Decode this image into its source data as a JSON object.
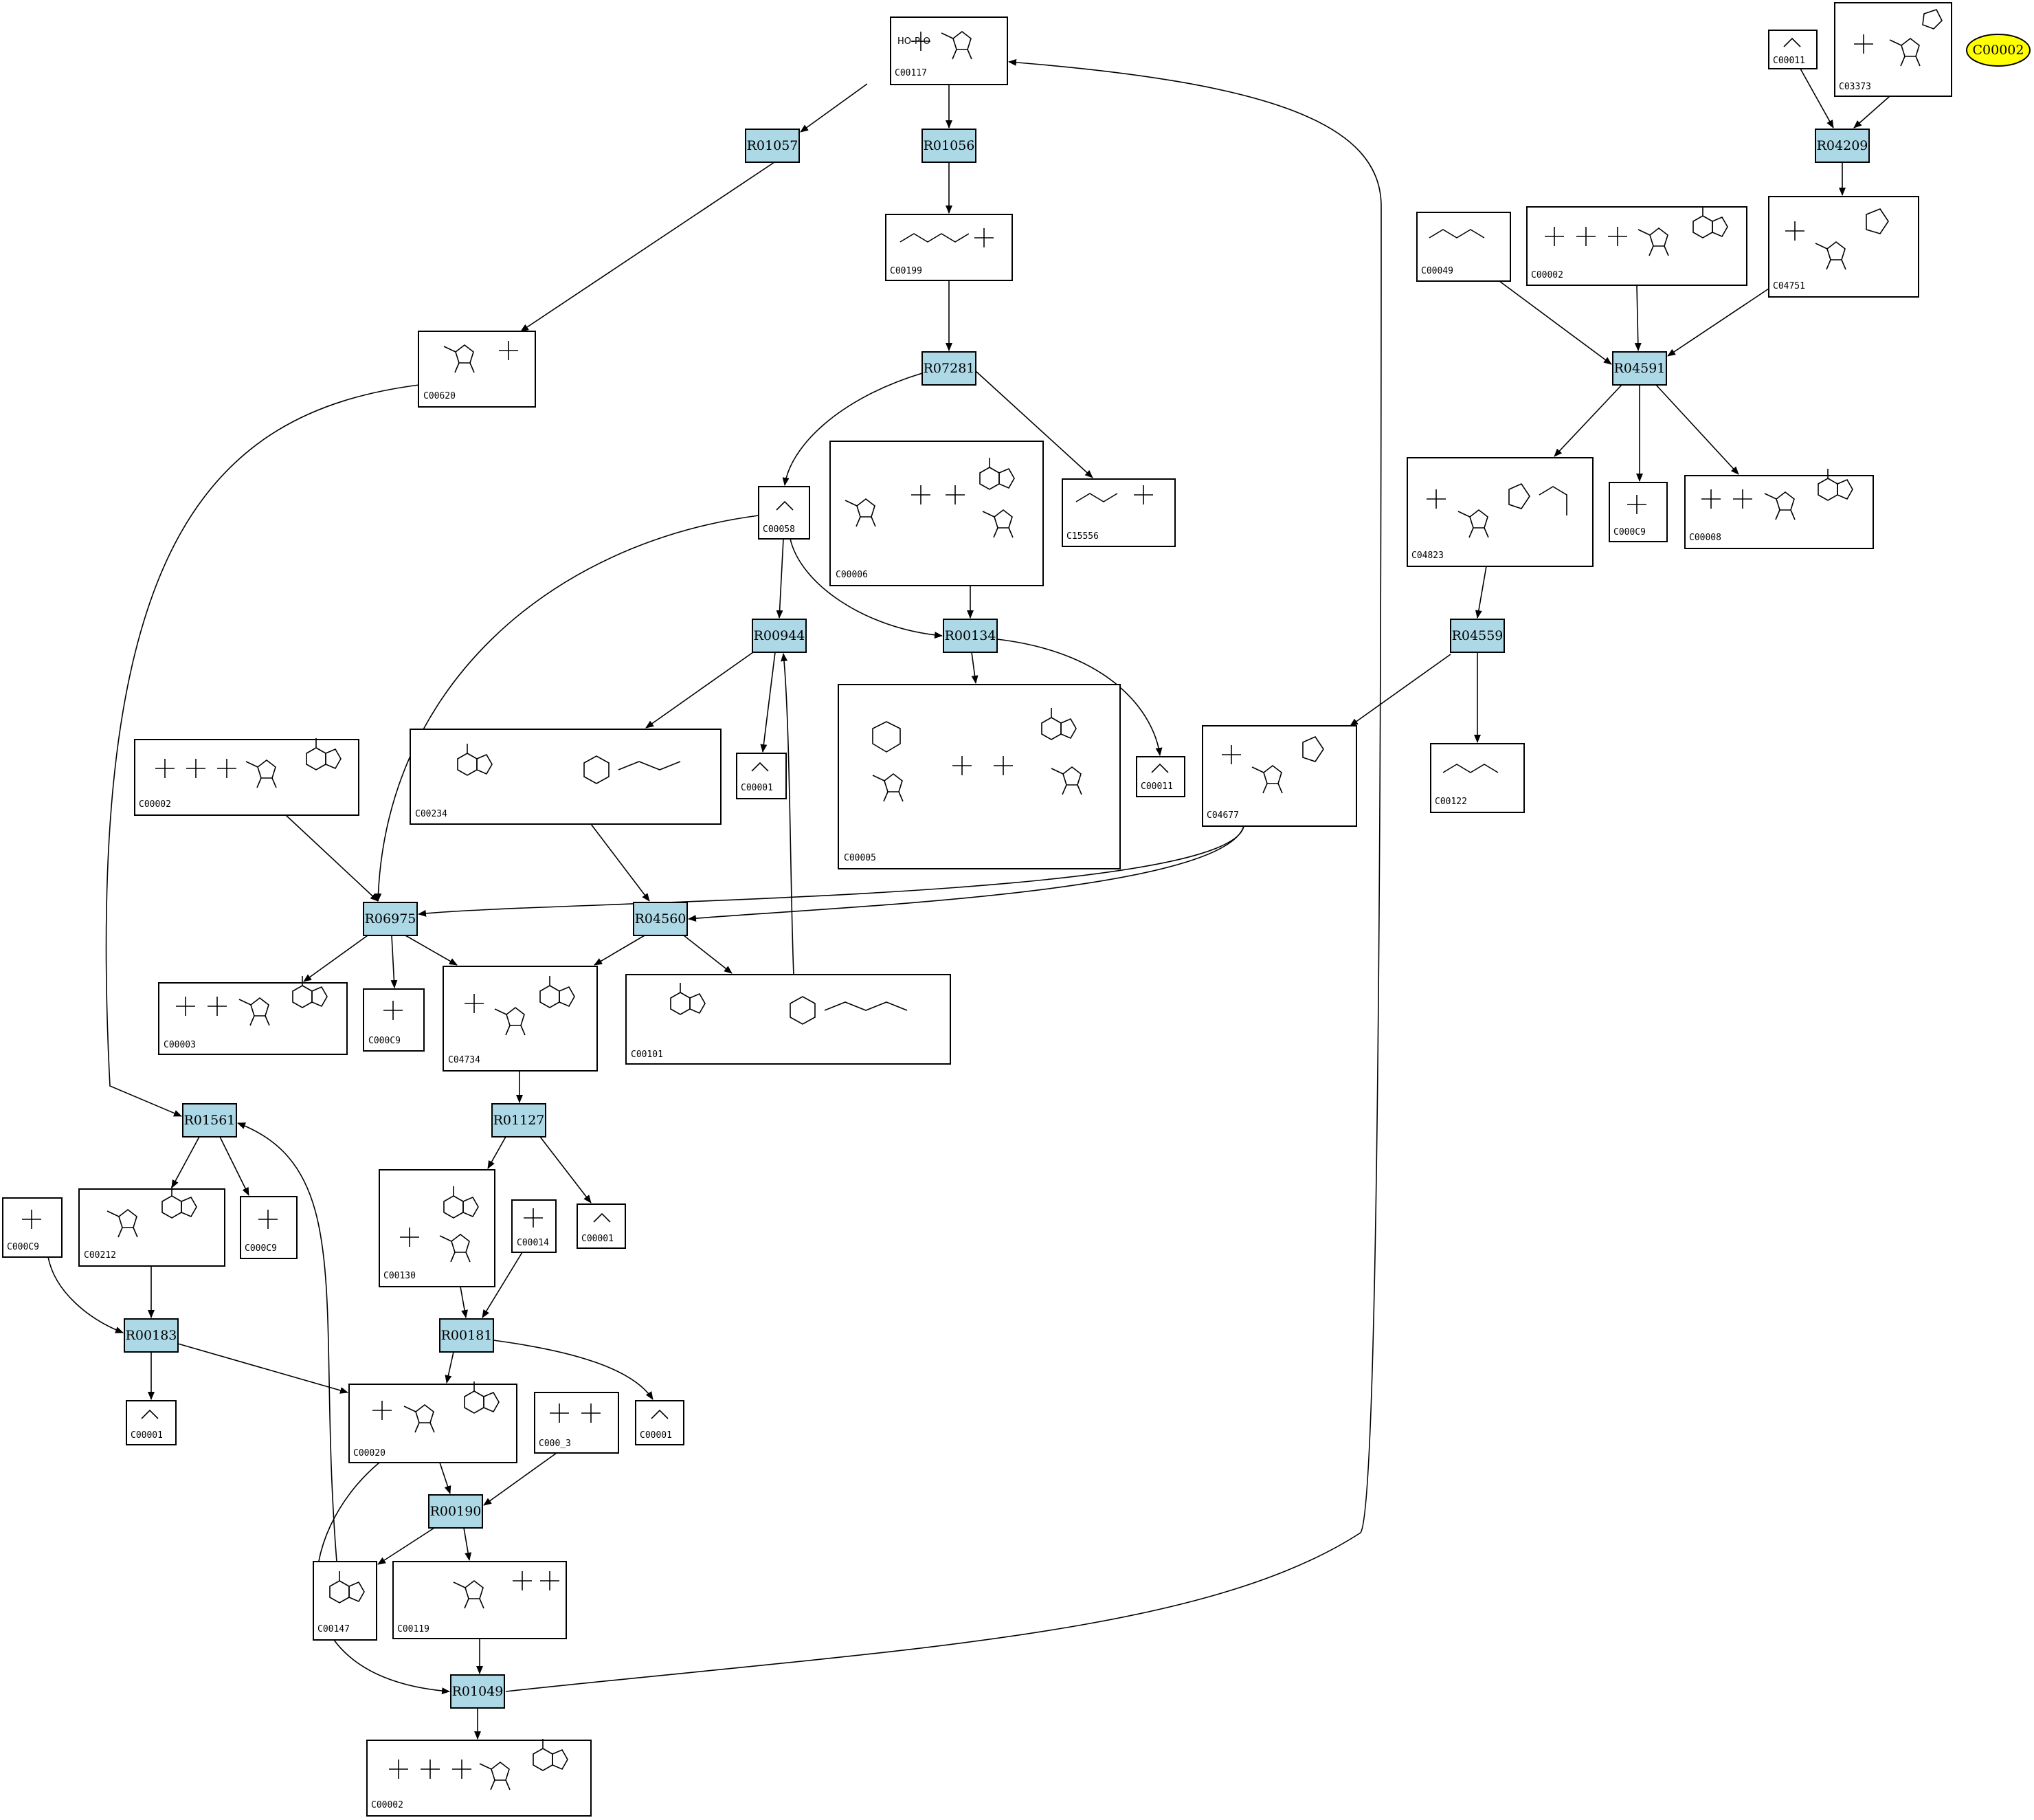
{
  "colors": {
    "reaction_fill": "#add8e6",
    "highlight_fill": "#ffff00",
    "stroke": "#000000",
    "background": "#ffffff"
  },
  "highlight": {
    "label": "C00002"
  },
  "reactions": [
    {
      "id": "R01057"
    },
    {
      "id": "R01056"
    },
    {
      "id": "R07281"
    },
    {
      "id": "R00944"
    },
    {
      "id": "R00134"
    },
    {
      "id": "R06975"
    },
    {
      "id": "R04560"
    },
    {
      "id": "R01561"
    },
    {
      "id": "R01127"
    },
    {
      "id": "R00183"
    },
    {
      "id": "R00181"
    },
    {
      "id": "R00190"
    },
    {
      "id": "R01049"
    },
    {
      "id": "R04209"
    },
    {
      "id": "R04591"
    },
    {
      "id": "R04559"
    }
  ],
  "compounds": [
    {
      "key": "c00117",
      "label": "C00117"
    },
    {
      "key": "c00199",
      "label": "C00199"
    },
    {
      "key": "c00620",
      "label": "C00620"
    },
    {
      "key": "c00058",
      "label": "C00058"
    },
    {
      "key": "c00006",
      "label": "C00006"
    },
    {
      "key": "c15556",
      "label": "C15556"
    },
    {
      "key": "c00002a",
      "label": "C00002"
    },
    {
      "key": "c00234",
      "label": "C00234"
    },
    {
      "key": "c00001a",
      "label": "C00001"
    },
    {
      "key": "c00005",
      "label": "C00005"
    },
    {
      "key": "c00011a",
      "label": "C00011"
    },
    {
      "key": "c00003a",
      "label": "C00003"
    },
    {
      "key": "c00009a",
      "label": "C000C9"
    },
    {
      "key": "c04734",
      "label": "C04734"
    },
    {
      "key": "c00101",
      "label": "C00101"
    },
    {
      "key": "c00009b",
      "label": "C000C9"
    },
    {
      "key": "c00212",
      "label": "C00212"
    },
    {
      "key": "c00009c",
      "label": "C000C9"
    },
    {
      "key": "c00130",
      "label": "C00130"
    },
    {
      "key": "c00014",
      "label": "C00014"
    },
    {
      "key": "c00001b",
      "label": "C00001"
    },
    {
      "key": "c00001c",
      "label": "C00001"
    },
    {
      "key": "c00020",
      "label": "C00020"
    },
    {
      "key": "c00013",
      "label": "C000_3"
    },
    {
      "key": "c00001d",
      "label": "C00001"
    },
    {
      "key": "c00147",
      "label": "C00147"
    },
    {
      "key": "c00119",
      "label": "C00119"
    },
    {
      "key": "c00002b",
      "label": "C00002"
    },
    {
      "key": "c00011b",
      "label": "C00011"
    },
    {
      "key": "c03373",
      "label": "C03373"
    },
    {
      "key": "c00049",
      "label": "C00049"
    },
    {
      "key": "c00002c",
      "label": "C00002"
    },
    {
      "key": "c04751",
      "label": "C04751"
    },
    {
      "key": "c04823",
      "label": "C04823"
    },
    {
      "key": "c00009d",
      "label": "C000C9"
    },
    {
      "key": "c00008",
      "label": "C00008"
    },
    {
      "key": "c04677",
      "label": "C04677"
    },
    {
      "key": "c00122",
      "label": "C00122"
    }
  ]
}
